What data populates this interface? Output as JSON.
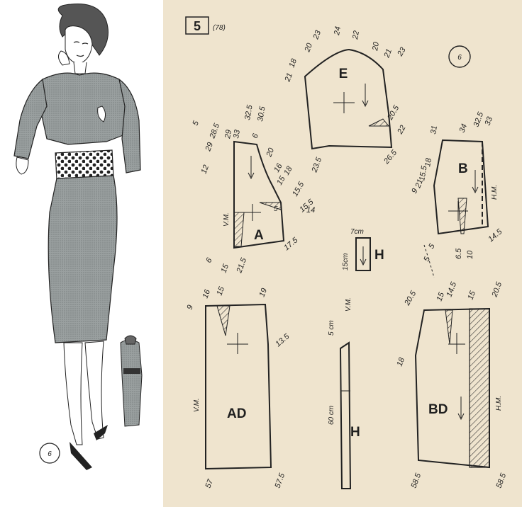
{
  "header": {
    "plate_number": "5",
    "plate_ref": "(78)"
  },
  "illustration": {
    "figure_number": "6"
  },
  "pattern_badge": "6",
  "pieces": {
    "A": {
      "name": "A",
      "grain": "V.M."
    },
    "B": {
      "name": "B",
      "grain": "H.M."
    },
    "E": {
      "name": "E"
    },
    "AD": {
      "name": "AD",
      "grain": "V.M."
    },
    "BD": {
      "name": "BD",
      "grain": "H.M."
    },
    "H_small": {
      "name": "H",
      "width": "7cm",
      "height": "15cm",
      "grain": "V.M."
    },
    "H_long": {
      "name": "H",
      "width": "5 cm",
      "height": "60 cm"
    }
  },
  "measurements": {
    "E": [
      "21",
      "18",
      "20",
      "23",
      "24",
      "22",
      "20",
      "21",
      "23",
      "20.5",
      "22",
      "23.5",
      "26.5"
    ],
    "A": [
      "5",
      "12",
      "29",
      "28.5",
      "29",
      "33",
      "32.5",
      "30.5",
      "6",
      "20",
      "16",
      "15",
      "18",
      "15.5",
      "15.5",
      "14",
      "17.5",
      "6",
      "15",
      "21.5",
      "5"
    ],
    "B": [
      "31",
      "34",
      "32.5",
      "33",
      "18",
      "15.5",
      "21",
      "9",
      "14.5",
      "5",
      "6.5",
      "10",
      "5"
    ],
    "AD": [
      "9",
      "16",
      "15",
      "19",
      "13.5",
      "57",
      "57.5"
    ],
    "BD": [
      "20.5",
      "15",
      "14.5",
      "15",
      "20.5",
      "18",
      "58.5",
      "58.5"
    ]
  },
  "colors": {
    "paper": "#efe4ce",
    "ink": "#2a2a2a",
    "dress": "#8a8f8f"
  }
}
